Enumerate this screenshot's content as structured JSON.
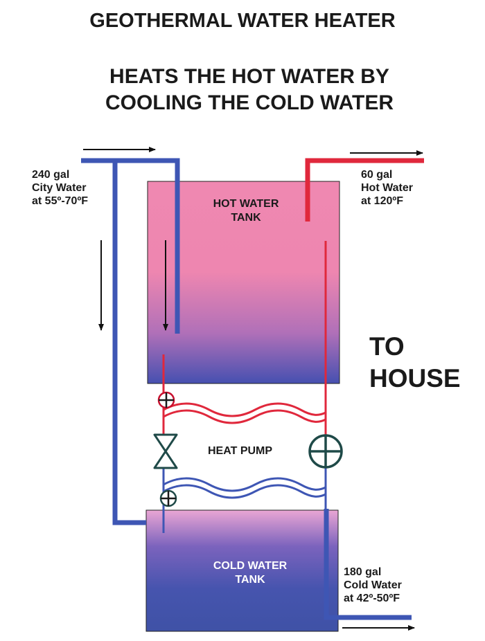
{
  "title": "GEOTHERMAL WATER HEATER",
  "subtitle": [
    "HEATS THE HOT WATER BY",
    "COOLING THE COLD WATER"
  ],
  "city_water": [
    "240 gal",
    "City Water",
    "at 55º-70ºF"
  ],
  "hot_water_out": [
    "60 gal",
    "Hot Water",
    "at 120ºF"
  ],
  "cold_water_out": [
    "180 gal",
    "Cold Water",
    "at 42º-50ºF"
  ],
  "hot_tank": [
    "HOT WATER",
    "TANK"
  ],
  "cold_tank": [
    "COLD WATER",
    "TANK"
  ],
  "heat_pump": "HEAT PUMP",
  "to_house": [
    "TO",
    "HOUSE"
  ],
  "colors": {
    "cold_pipe": "#3e56b4",
    "hot_pipe": "#e0283c",
    "hot_tank_top": "#ee8ab2",
    "hot_tank_bottom": "#4a4fb0",
    "cold_tank_top": "#e79fce",
    "cold_tank_bottom": "#4052a8",
    "symbol": "#1f4a48"
  }
}
